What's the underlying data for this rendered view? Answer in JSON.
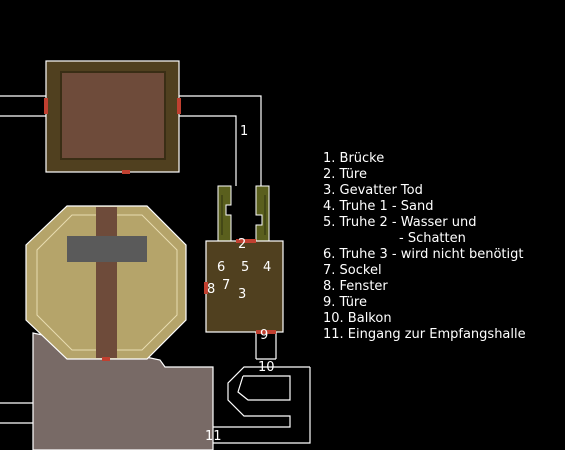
{
  "colors": {
    "background": "#000000",
    "wall": "#ffffff",
    "room_floor": "#50401f",
    "room_inner": "#6e4b3a",
    "octagon_floor": "#b5a46a",
    "octagon_inner": "#a99a61",
    "octagon_cross": "#6e4b3a",
    "octagon_bar": "#5a5a5a",
    "hall_floor": "#786a66",
    "door": "#c04030",
    "pillar": "#5a5f1d"
  },
  "labels": {
    "one": "1",
    "two": "2",
    "three": "3",
    "four": "4",
    "five": "5",
    "six": "6",
    "seven": "7",
    "eight": "8",
    "nine": "9",
    "ten": "10",
    "eleven": "11"
  },
  "legend": [
    "1. Brücke",
    "2. Türe",
    "3. Gevatter Tod",
    "4. Truhe 1 - Sand",
    "5. Truhe 2 - Wasser und",
    "- Schatten",
    "6. Truhe 3 - wird nicht benötigt",
    "7. Sockel",
    "8. Fenster",
    "9. Türe",
    "10. Balkon",
    "11. Eingang zur Empfangshalle"
  ]
}
